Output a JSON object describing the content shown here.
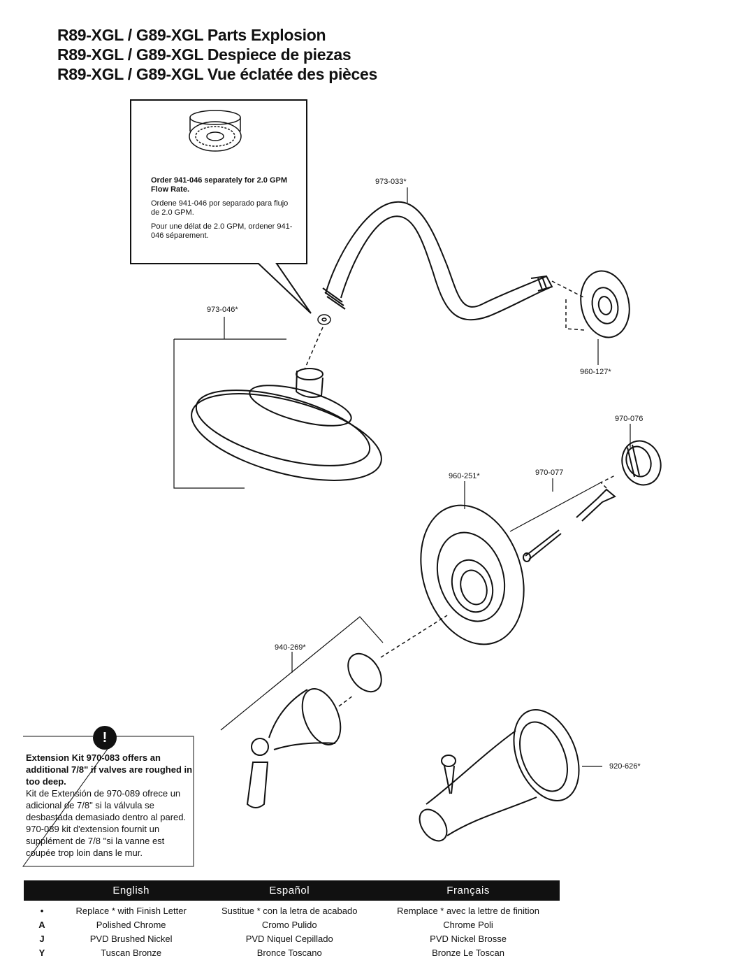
{
  "titles": [
    "R89-XGL / G89-XGL Parts Explosion",
    "R89-XGL / G89-XGL Despiece de piezas",
    "R89-XGL / G89-XGL Vue éclatée des pièces"
  ],
  "callout": {
    "bold": "Order 941-046 separately for 2.0 GPM  Flow Rate.",
    "es": "Ordene 941-046 por separado para flujo de 2.0 GPM.",
    "fr": "Pour une délat de 2.0 GPM, ordener 941-046 séparement."
  },
  "parts": {
    "arm": "973-033*",
    "head": "973-046*",
    "flange": "960-127*",
    "adapter": "970-076",
    "screw": "970-077",
    "escutcheon": "960-251*",
    "handle": "940-269*",
    "spout": "920-626*"
  },
  "extension": {
    "icon": "!",
    "bold": "Extension Kit 970-083 offers an additional 7/8\" if valves are roughed in too deep.",
    "es": "Kit de Extensión de 970-089 ofrece un adicional de 7/8\" si la válvula se desbastada demasiado dentro al pared.",
    "fr": "970-089 kit d'extension fournit un supplément de 7/8 \"si la vanne est coupée trop loin dans le mur."
  },
  "finish_table": {
    "headers": [
      "English",
      "Español",
      "Français"
    ],
    "rows": [
      {
        "code": "•",
        "en": "Replace * with Finish Letter",
        "es": "Sustitue * con la letra de acabado",
        "fr": "Remplace * avec la lettre de finition"
      },
      {
        "code": "A",
        "en": "Polished Chrome",
        "es": "Cromo Pulido",
        "fr": "Chrome Poli"
      },
      {
        "code": "J",
        "en": "PVD Brushed Nickel",
        "es": "PVD Niquel Cepillado",
        "fr": "PVD Nickel Brosse"
      },
      {
        "code": "Y",
        "en": "Tuscan Bronze",
        "es": "Bronce Toscano",
        "fr": "Bronze Le Toscan"
      }
    ]
  }
}
